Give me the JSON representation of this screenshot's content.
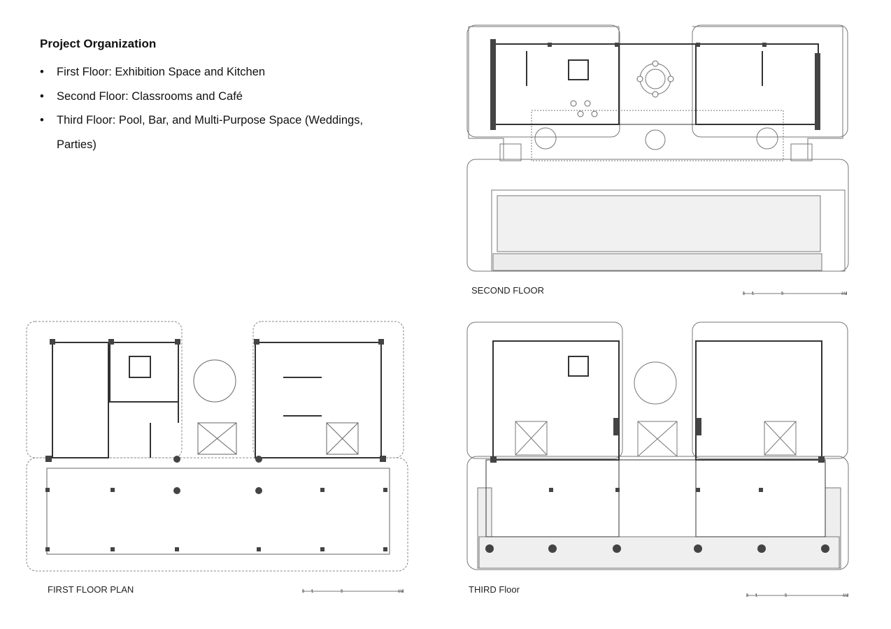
{
  "heading": "Project Organization",
  "bullets": [
    "First Floor: Exhibition Space and Kitchen",
    "Second Floor: Classrooms and Café",
    "Third Floor: Pool, Bar, and Multi-Purpose Space (Weddings, Parties)"
  ],
  "plans": {
    "second": {
      "label": "SECOND FLOOR"
    },
    "first": {
      "label": "FIRST FLOOR PLAN"
    },
    "third": {
      "label": "THIRD Floor"
    }
  },
  "scale_bar": {
    "ticks": [
      "0",
      "1",
      "3",
      "6M"
    ]
  }
}
